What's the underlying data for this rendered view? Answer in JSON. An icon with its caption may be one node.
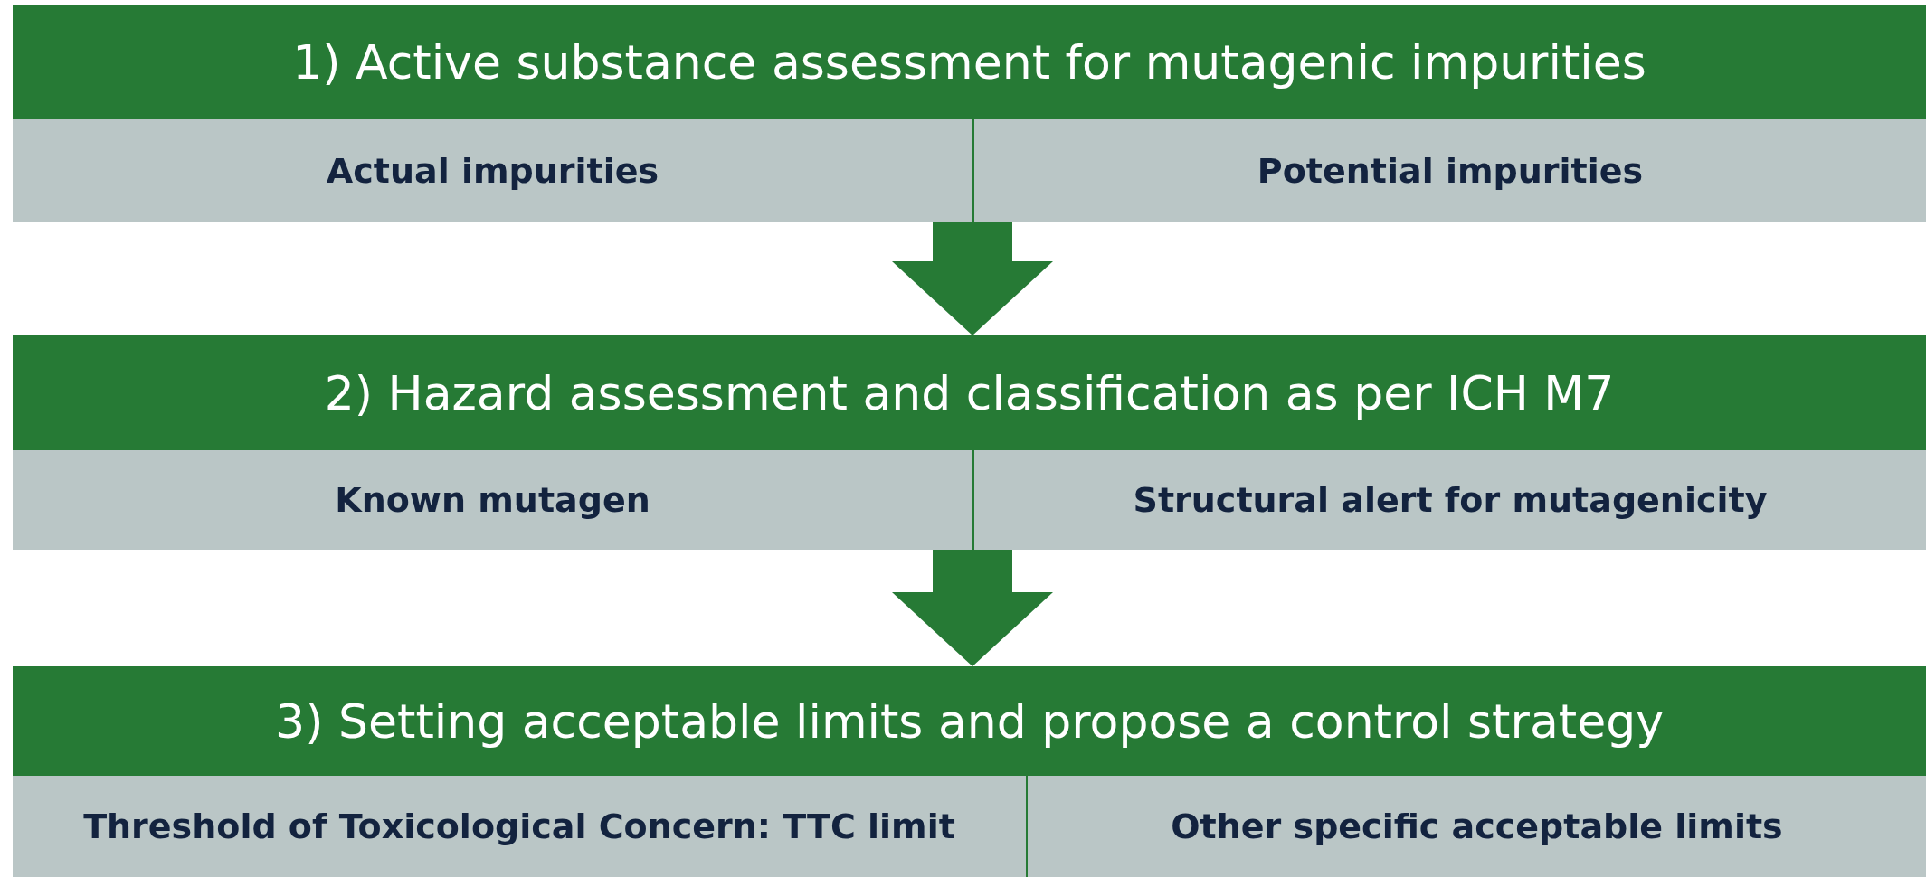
{
  "diagram": {
    "nodes": [
      {
        "text": [
          "1) Active substance assessment for mutagenic impurities"
        ]
      },
      {
        "text": [
          "Actual impurities"
        ],
        "in": 0
      },
      {
        "text": [
          "Potential impurities"
        ],
        "in": 0
      },
      {
        "text": [
          "2) Hazard assessment and classification as per ICH M7"
        ]
      },
      {
        "text": [
          "Known mutagen"
        ],
        "in": 3
      },
      {
        "text": [
          "Structural alert for mutagenicity"
        ],
        "in": 3
      },
      {
        "text": [
          "3) Setting acceptable limits and propose a control strategy"
        ]
      },
      {
        "text": [
          "Threshold of Toxicological Concern: TTC limit"
        ],
        "in": 6
      },
      {
        "text": [
          "Other specific acceptable limits"
        ],
        "in": 6
      }
    ],
    "edges": [
      {
        "from": 0,
        "to": 3,
        "arrow": "to"
      },
      {
        "from": 3,
        "to": 6,
        "arrow": "to"
      }
    ]
  }
}
